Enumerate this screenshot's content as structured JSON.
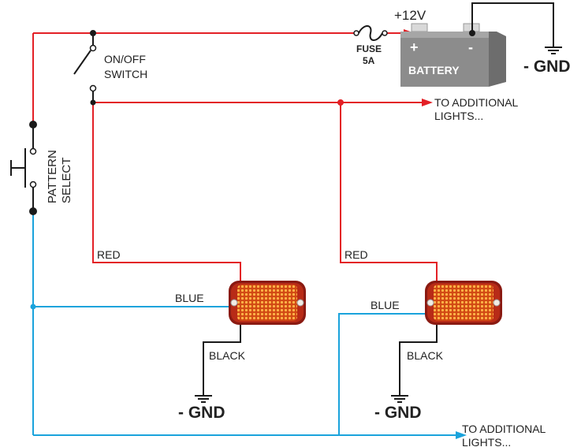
{
  "labels": {
    "supply_voltage": "+12V",
    "fuse_name": "FUSE",
    "fuse_rating": "5A",
    "battery_plus": "+",
    "battery_minus": "-",
    "battery": "BATTERY",
    "battery_gnd": "- GND",
    "switch_line1": "ON/OFF",
    "switch_line2": "SWITCH",
    "pattern_line1": "PATTERN",
    "pattern_line2": "SELECT",
    "additional_top_line1": "TO ADDITIONAL",
    "additional_top_line2": "LIGHTS...",
    "additional_bottom_line1": "TO ADDITIONAL",
    "additional_bottom_line2": "LIGHTS...",
    "light1_red": "RED",
    "light1_blue": "BLUE",
    "light1_black": "BLACK",
    "light1_gnd": "- GND",
    "light2_red": "RED",
    "light2_blue": "BLUE",
    "light2_black": "BLACK",
    "light2_gnd": "- GND"
  },
  "colors": {
    "red_wire": "#e32026",
    "blue_wire": "#1aa3dc",
    "black_wire": "#1a1a1a",
    "battery_body": "#7f7f7f",
    "light_lens": "#e0571f",
    "light_housing": "#8a1a12"
  }
}
